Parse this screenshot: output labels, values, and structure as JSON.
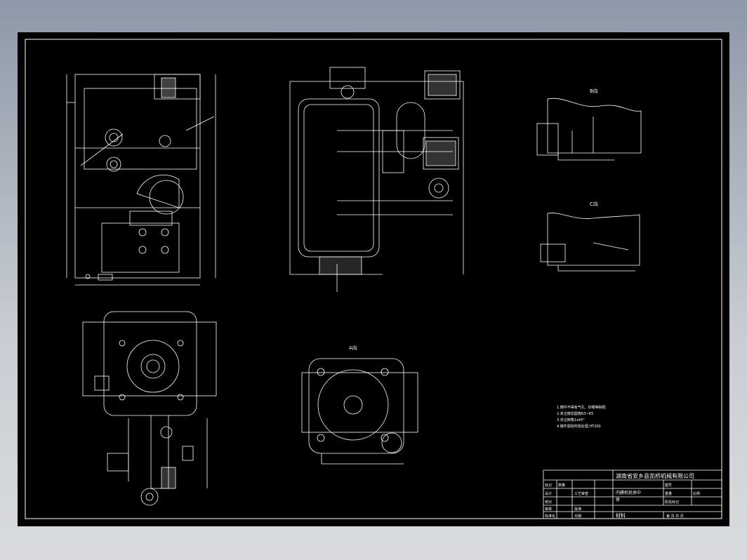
{
  "title_block": {
    "company": "湖南省安乡县凯桥机械有限公司",
    "part_name": "内膜机机体中",
    "note": "体",
    "labels": {
      "qty": "数量",
      "mark": "标记",
      "design": "设计",
      "check": "校对",
      "review": "审核",
      "std": "标准化",
      "process": "工艺审查",
      "approve": "批准",
      "date": "日期",
      "material": "材料",
      "weight": "重量",
      "scale": "比例",
      "stage": "阶段标记",
      "sheet": "第 页 共 页",
      "code": "图号"
    }
  },
  "views": {
    "b_view": "B向",
    "c_view": "C向",
    "a_view": "A向"
  },
  "notes": {
    "lines": [
      "1.铸件不得有气孔、砂眼等缺陷",
      "2.未注铸造圆角R3~R5",
      "3.未注倒角1x45°",
      "4.铸件需经时效处理,HT200"
    ]
  }
}
